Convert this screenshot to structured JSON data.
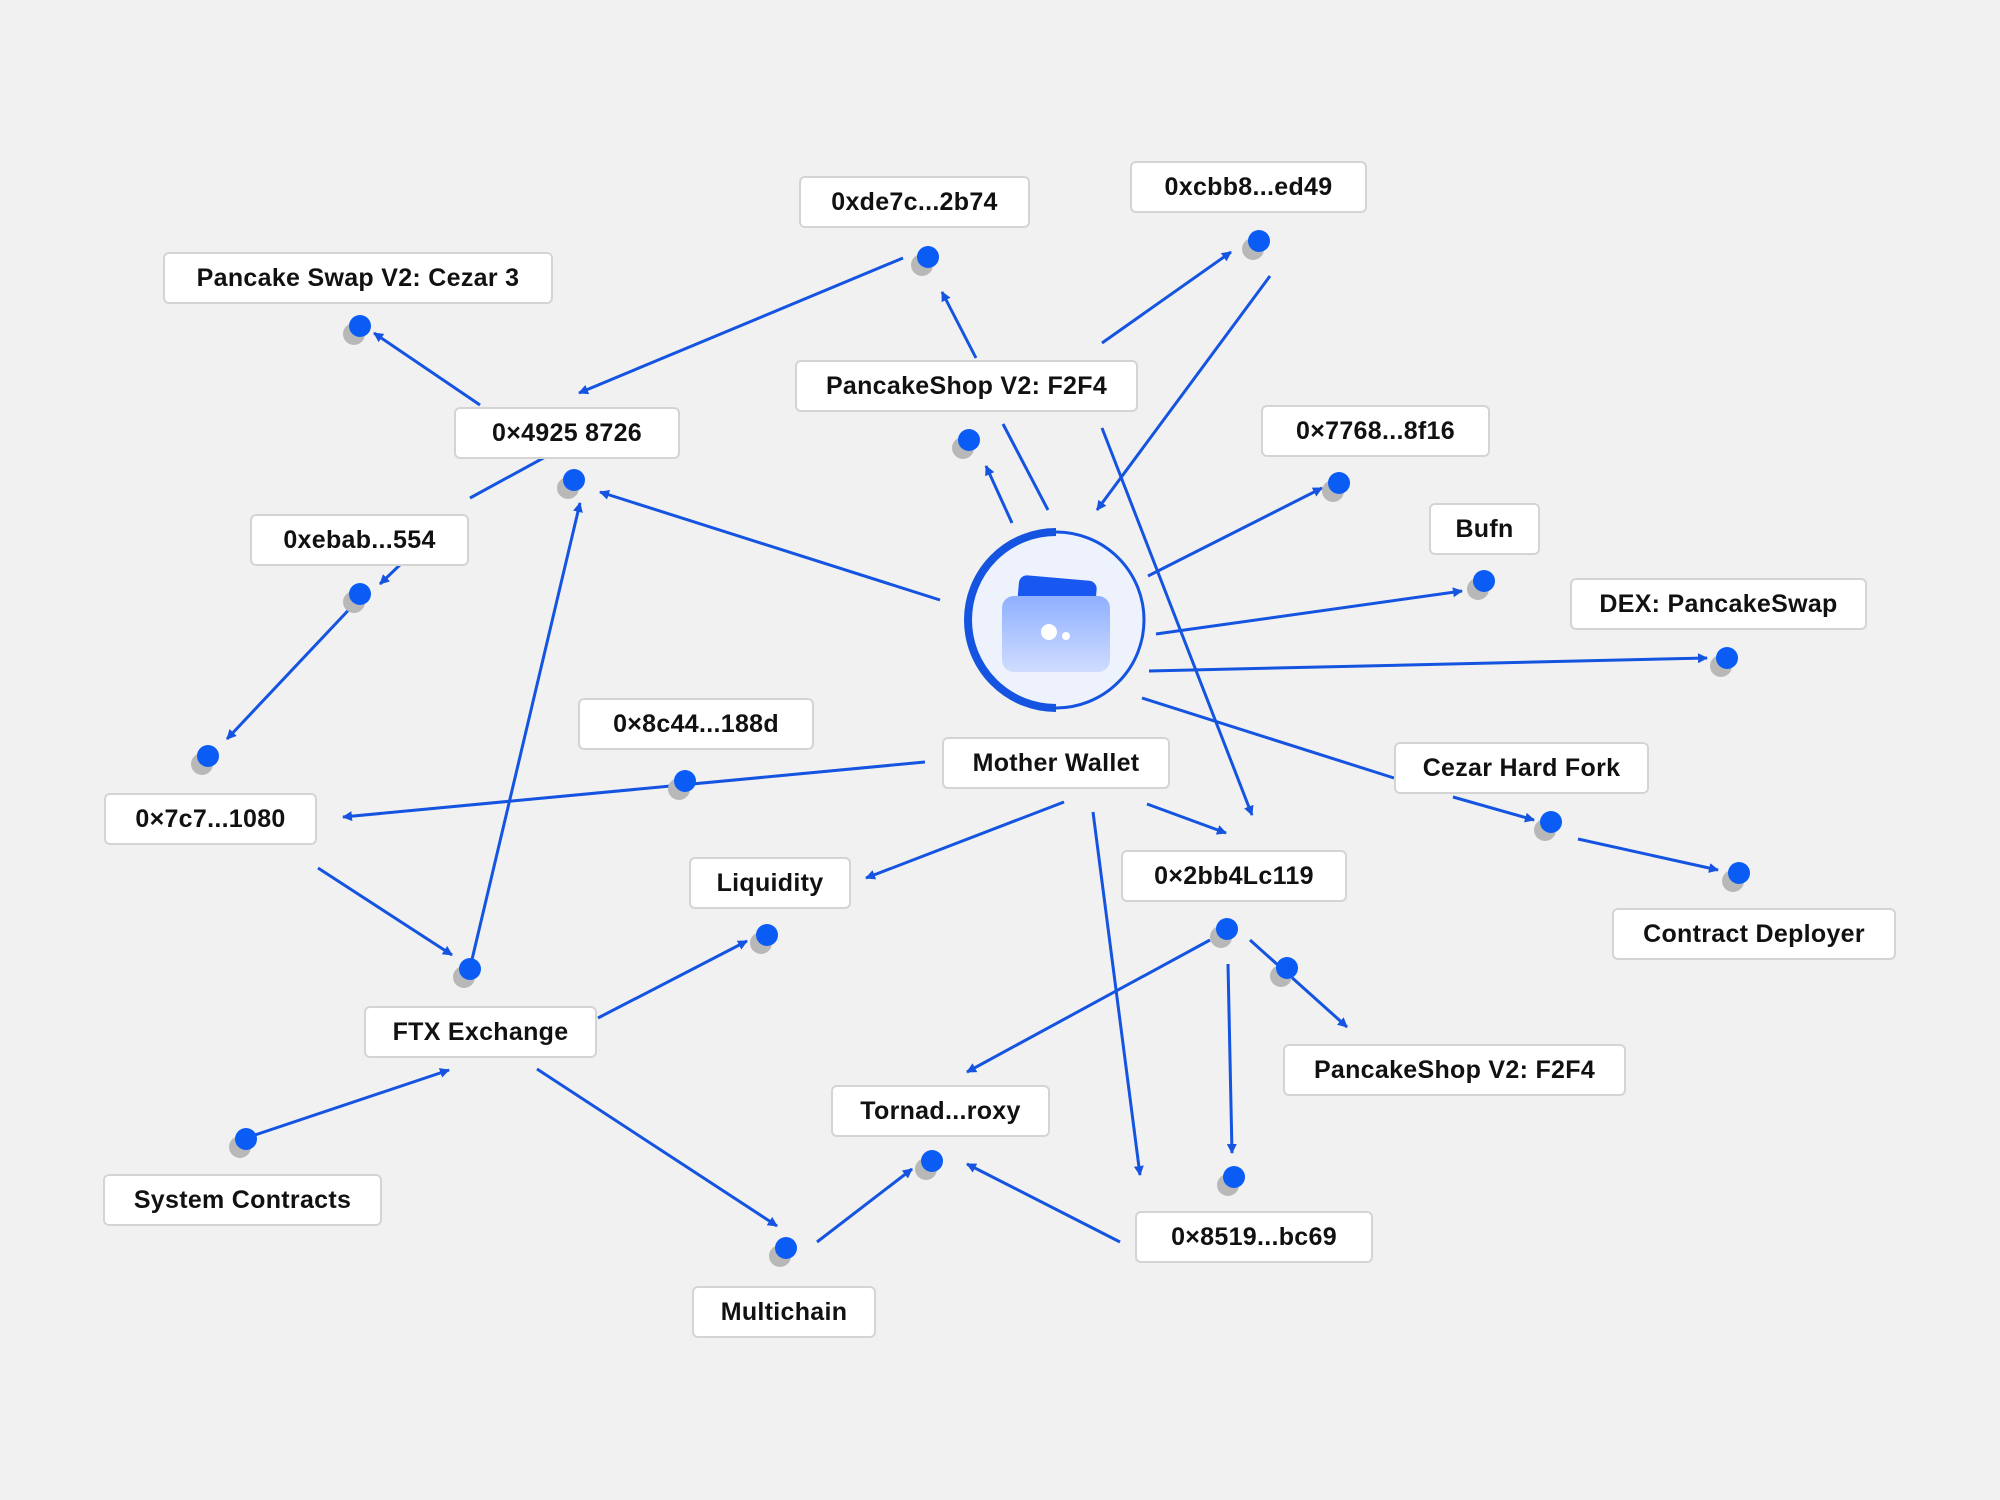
{
  "colors": {
    "background": "#f1f1f1",
    "edge": "#1454e0",
    "dot": "#0b5cf5",
    "dot_shadow": "#b8b8b8",
    "label_border": "#d4d4d4",
    "label_text": "#111111",
    "hub_ring": "#1454e0",
    "hub_fill": "#eef2fc"
  },
  "hub": {
    "label": "Mother Wallet",
    "icon": "wallet-icon"
  },
  "nodes": [
    {
      "id": "pcs-cezar3",
      "label": "Pancake Swap V2: Cezar 3"
    },
    {
      "id": "0xde7c",
      "label": "0xde7c...2b74"
    },
    {
      "id": "0xcbb8",
      "label": "0xcbb8...ed49"
    },
    {
      "id": "0x4925",
      "label": "0×4925 8726"
    },
    {
      "id": "pancakeshop-f2f4-top",
      "label": "PancakeShop V2: F2F4"
    },
    {
      "id": "0x7768",
      "label": "0×7768...8f16"
    },
    {
      "id": "0xebab",
      "label": "0xebab...554"
    },
    {
      "id": "bufn",
      "label": "Bufn"
    },
    {
      "id": "dex-pancakeswap",
      "label": "DEX: PancakeSwap"
    },
    {
      "id": "0x8c44",
      "label": "0×8c44...188d"
    },
    {
      "id": "cezar-hard-fork",
      "label": "Cezar Hard Fork"
    },
    {
      "id": "0x7c7",
      "label": "0×7c7...1080"
    },
    {
      "id": "liquidity",
      "label": "Liquidity"
    },
    {
      "id": "0x2bb4",
      "label": "0×2bb4Lc119"
    },
    {
      "id": "contract-deployer",
      "label": "Contract Deployer"
    },
    {
      "id": "ftx-exchange",
      "label": "FTX Exchange"
    },
    {
      "id": "pancakeshop-f2f4-bottom",
      "label": "PancakeShop V2: F2F4"
    },
    {
      "id": "tornado-proxy",
      "label": "Tornad...roxy"
    },
    {
      "id": "system-contracts",
      "label": "System Contracts"
    },
    {
      "id": "0x8519",
      "label": "0×8519...bc69"
    },
    {
      "id": "multichain",
      "label": "Multichain"
    }
  ]
}
